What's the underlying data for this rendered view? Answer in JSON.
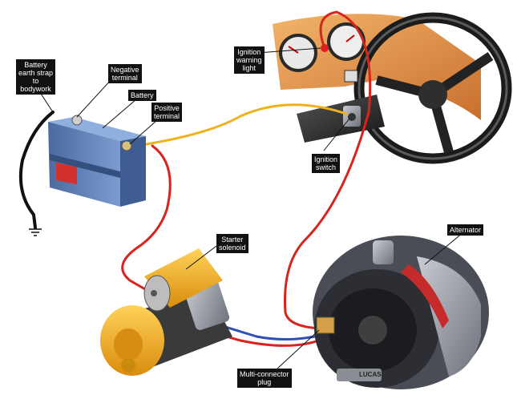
{
  "labels": {
    "battery_earth_strap": "Battery\nearth strap\nto\nbodywork",
    "negative_terminal": "Negative\nterminal",
    "battery": "Battery",
    "positive_terminal": "Positive\nterminal",
    "ignition_warning_light": "Ignition\nwarning\nlight",
    "ignition_switch": "Ignition\nswitch",
    "starter_solenoid": "Starter\nsolenoid",
    "alternator": "Alternator",
    "multi_connector_plug": "Multi-connector\nplug"
  },
  "brand": {
    "alternator_badge": "LUCAS"
  },
  "colors": {
    "wire_red": "#d8241c",
    "wire_yellow": "#f0b21c",
    "wire_blue": "#2d4fb8",
    "dash_orange": "#e8984a",
    "battery_blue": "#5b7fb5",
    "starter_yellow": "#f3b21b"
  }
}
